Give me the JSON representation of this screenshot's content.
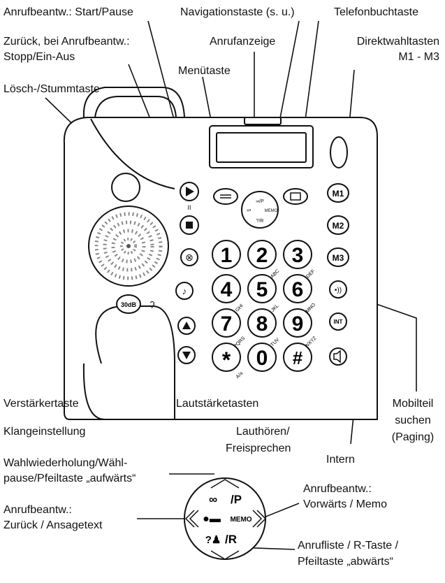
{
  "labels": {
    "answering_start_pause": "Anrufbeantw.: Start/Pause",
    "navigation_key": "Navigationstaste (s. u.)",
    "phonebook_key": "Telefonbuchtaste",
    "back_line1": "Zurück, bei Anrufbeantw.:",
    "back_line2": "Stopp/Ein-Aus",
    "call_indicator": "Anrufanzeige",
    "direct_dial_line1": "Direktwahltasten",
    "direct_dial_line2": "M1 - M3",
    "menu_key": "Menütaste",
    "delete_mute": "Lösch-/Stummtaste",
    "amplifier_key": "Verstärkertaste",
    "volume_keys": "Lautstärketasten",
    "handset_search_line1": "Mobilteil",
    "handset_search_line2": "suchen",
    "handset_search_line3": "(Paging)",
    "ringtone": "Klangeinstellung",
    "speaker_line1": "Lauthören/",
    "speaker_line2": "Freisprechen",
    "intern": "Intern"
  },
  "nav_labels": {
    "redial_line1": "Wahlwiederholung/Wähl-",
    "redial_line2": "pause/Pfeiltaste „aufwärts“",
    "forward_line1": "Anrufbeantw.:",
    "forward_line2": "Vorwärts / Memo",
    "back_line1": "Anrufbeantw.:",
    "back_line2": "Zurück / Ansagetext",
    "calllist_line1": "Anrufliste / R-Taste /",
    "calllist_line2": "Pfeiltaste „abwärts“"
  },
  "nav_pad": {
    "up": "/P",
    "memo": "MEMO",
    "down": "/R"
  },
  "keypad": [
    {
      "digit": "1",
      "letters": ""
    },
    {
      "digit": "2",
      "letters": "ABC"
    },
    {
      "digit": "3",
      "letters": "DEF"
    },
    {
      "digit": "4",
      "letters": "GHI"
    },
    {
      "digit": "5",
      "letters": "JKL"
    },
    {
      "digit": "6",
      "letters": "MNO"
    },
    {
      "digit": "7",
      "letters": "PQRS"
    },
    {
      "digit": "8",
      "letters": "TUV"
    },
    {
      "digit": "9",
      "letters": "WXYZ"
    },
    {
      "digit": "*",
      "letters": "A/a"
    },
    {
      "digit": "0",
      "letters": ""
    },
    {
      "digit": "#",
      "letters": ""
    }
  ],
  "side_keys": {
    "m1": "M1",
    "m2": "M2",
    "m3": "M3",
    "int": "INT",
    "amp": "30dB"
  },
  "colors": {
    "line": "#111111",
    "body": "#ffffff"
  }
}
